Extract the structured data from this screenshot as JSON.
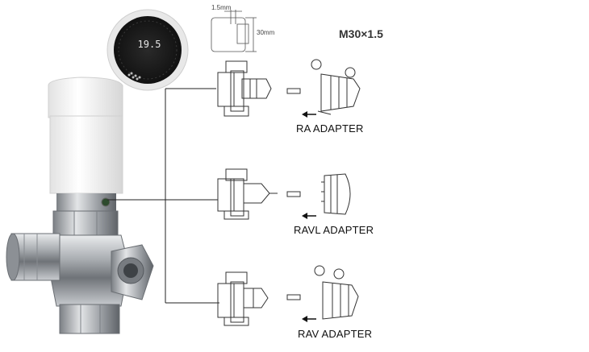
{
  "thread_spec": "M30×1.5",
  "dimensions": {
    "thickness": "1.5mm",
    "depth": "30mm"
  },
  "display_reading": "19.5",
  "adapters": [
    {
      "label": "RA ADAPTER"
    },
    {
      "label": "RAVL ADAPTER"
    },
    {
      "label": "RAV ADAPTER"
    }
  ],
  "colors": {
    "line": "#222222",
    "chrome": "#a9adb1",
    "thermostat": "#f4f4f4"
  }
}
